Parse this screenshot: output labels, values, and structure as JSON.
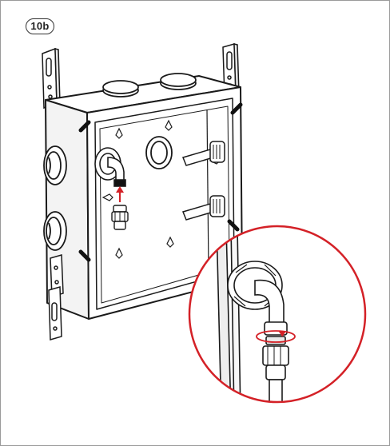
{
  "step": {
    "label": "10b"
  },
  "colors": {
    "line": "#1a1a1a",
    "accent": "#d42127",
    "panel": "#ffffff",
    "frame": "#9a9a9a"
  },
  "icons": {
    "mounting-box": "wall-box-with-connectors",
    "fitting": "elbow-fitting",
    "rotate": "rotate-arrow-icon",
    "assembly": "up-arrow-icon"
  }
}
